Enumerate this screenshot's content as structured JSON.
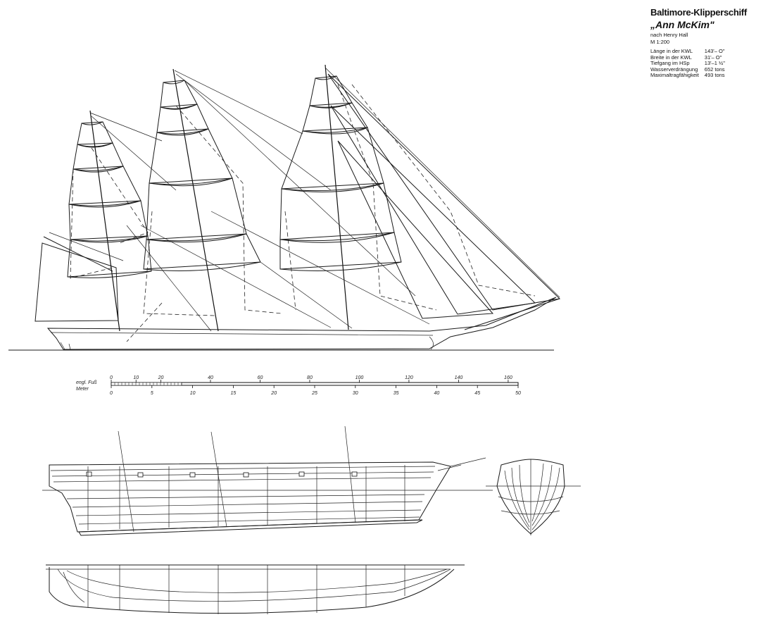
{
  "title": {
    "line1": "Baltimore-Klipperschiff",
    "line2": "„Ann McKim\"",
    "line3": "nach Henry Hall",
    "line4": "M 1:200"
  },
  "specs": [
    {
      "label": "Länge in der KWL",
      "value": "143'– O\""
    },
    {
      "label": "Breite in der KWL",
      "value": "31'– O\""
    },
    {
      "label": "Tiefgang im HSp",
      "value": "13'–1 ½\""
    },
    {
      "label": "Wasserverdrängung",
      "value": "652 tons"
    },
    {
      "label": "Maximaltragfähigkeit",
      "value": "493 tons"
    }
  ],
  "scale": {
    "unit_top": "engl. Fuß",
    "unit_bottom": "Meter",
    "feet_ticks": [
      "0",
      "10",
      "20",
      "40",
      "60",
      "80",
      "100",
      "120",
      "140",
      "160"
    ],
    "meter_ticks": [
      "0",
      "5",
      "10",
      "15",
      "20",
      "25",
      "30",
      "35",
      "40",
      "45",
      "50"
    ]
  }
}
